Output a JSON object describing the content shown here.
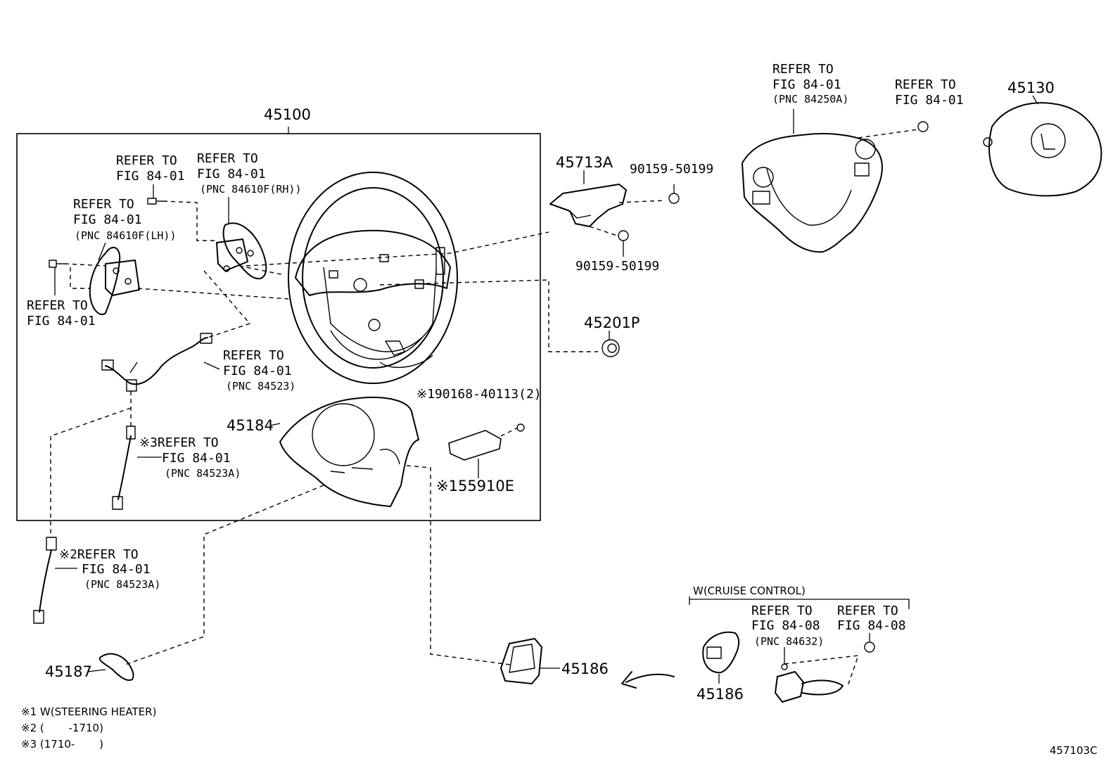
{
  "parts": {
    "p45100": "45100",
    "p45713a": "45713A",
    "p90159a": "90159-50199",
    "p90159b": "90159-50199",
    "p45201p": "45201P",
    "p45130": "45130",
    "p45184": "45184",
    "p90168": "※190168-40113(2)",
    "p55910e": "※155910E",
    "p45186a": "45186",
    "p45186b": "45186",
    "p45187": "45187"
  },
  "refs": {
    "r_top_a": [
      "REFER TO",
      "FIG 84-01",
      "(PNC 84250A)"
    ],
    "r_top_b": [
      "REFER TO",
      "FIG 84-01"
    ],
    "r_sw_rh_screw": [
      "REFER TO",
      "FIG 84-01"
    ],
    "r_sw_rh": [
      "REFER TO",
      "FIG 84-01",
      "(PNC 84610F(RH))"
    ],
    "r_sw_lh": [
      "REFER TO",
      "FIG 84-01",
      "(PNC 84610F(LH))"
    ],
    "r_sw_lh_screw": [
      "REFER TO",
      "FIG 84-01"
    ],
    "r_wire": [
      "REFER TO",
      "FIG 84-01",
      "(PNC 84523)"
    ],
    "r_wire3": [
      "※3REFER TO",
      "FIG 84-01",
      "(PNC 84523A)"
    ],
    "r_wire2": [
      "※2REFER TO",
      "FIG 84-01",
      "(PNC 84523A)"
    ],
    "r_cc_a": [
      "REFER TO",
      "FIG 84-08",
      "(PNC 84632)"
    ],
    "r_cc_b": [
      "REFER TO",
      "FIG 84-08"
    ]
  },
  "cruise_label": "W(CRUISE CONTROL)",
  "notes": [
    "※1 W(STEERING HEATER)",
    "※2 (　　 -1710)",
    "※3 (1710-　　 )"
  ],
  "figure_code": "457103C"
}
